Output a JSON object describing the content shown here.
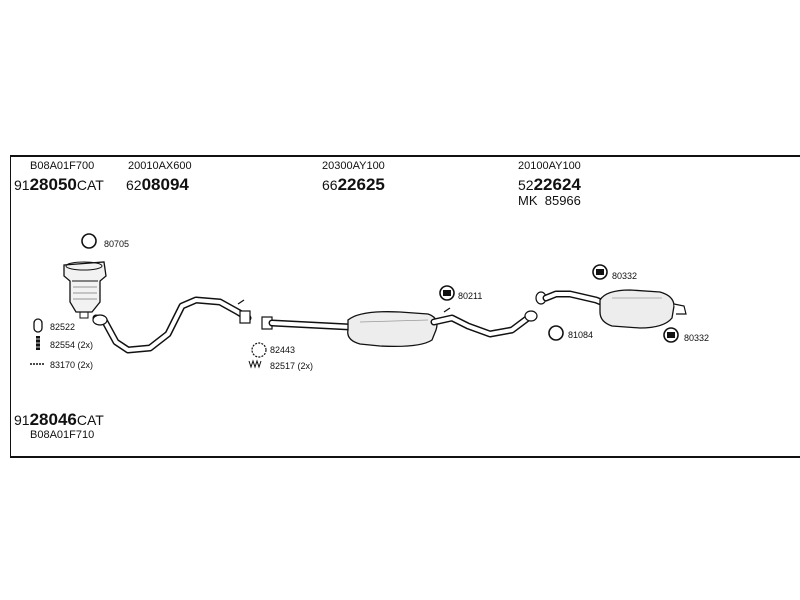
{
  "parts_top": [
    {
      "code": "B08A01F700",
      "prefix": "91",
      "main": "28050",
      "suffix": "CAT"
    },
    {
      "code": "20010AX600",
      "prefix": "62",
      "main": "08094",
      "suffix": ""
    },
    {
      "code": "20300AY100",
      "prefix": "66",
      "main": "22625",
      "suffix": ""
    },
    {
      "code": "20100AY100",
      "prefix": "52",
      "main": "22624",
      "suffix": "",
      "mk_label": "MK",
      "mk_number": "85966"
    }
  ],
  "parts_bottom": {
    "prefix": "91",
    "main": "28046",
    "suffix": "CAT",
    "code": "B08A01F710"
  },
  "small_parts": {
    "p80705": "80705",
    "p82522": "82522",
    "p82554": "82554 (2x)",
    "p83170": "83170 (2x)",
    "p82443": "82443",
    "p82517": "82517 (2x)",
    "p80211": "80211",
    "p81084": "81084",
    "p80332_top": "80332",
    "p80332_bottom": "80332"
  }
}
